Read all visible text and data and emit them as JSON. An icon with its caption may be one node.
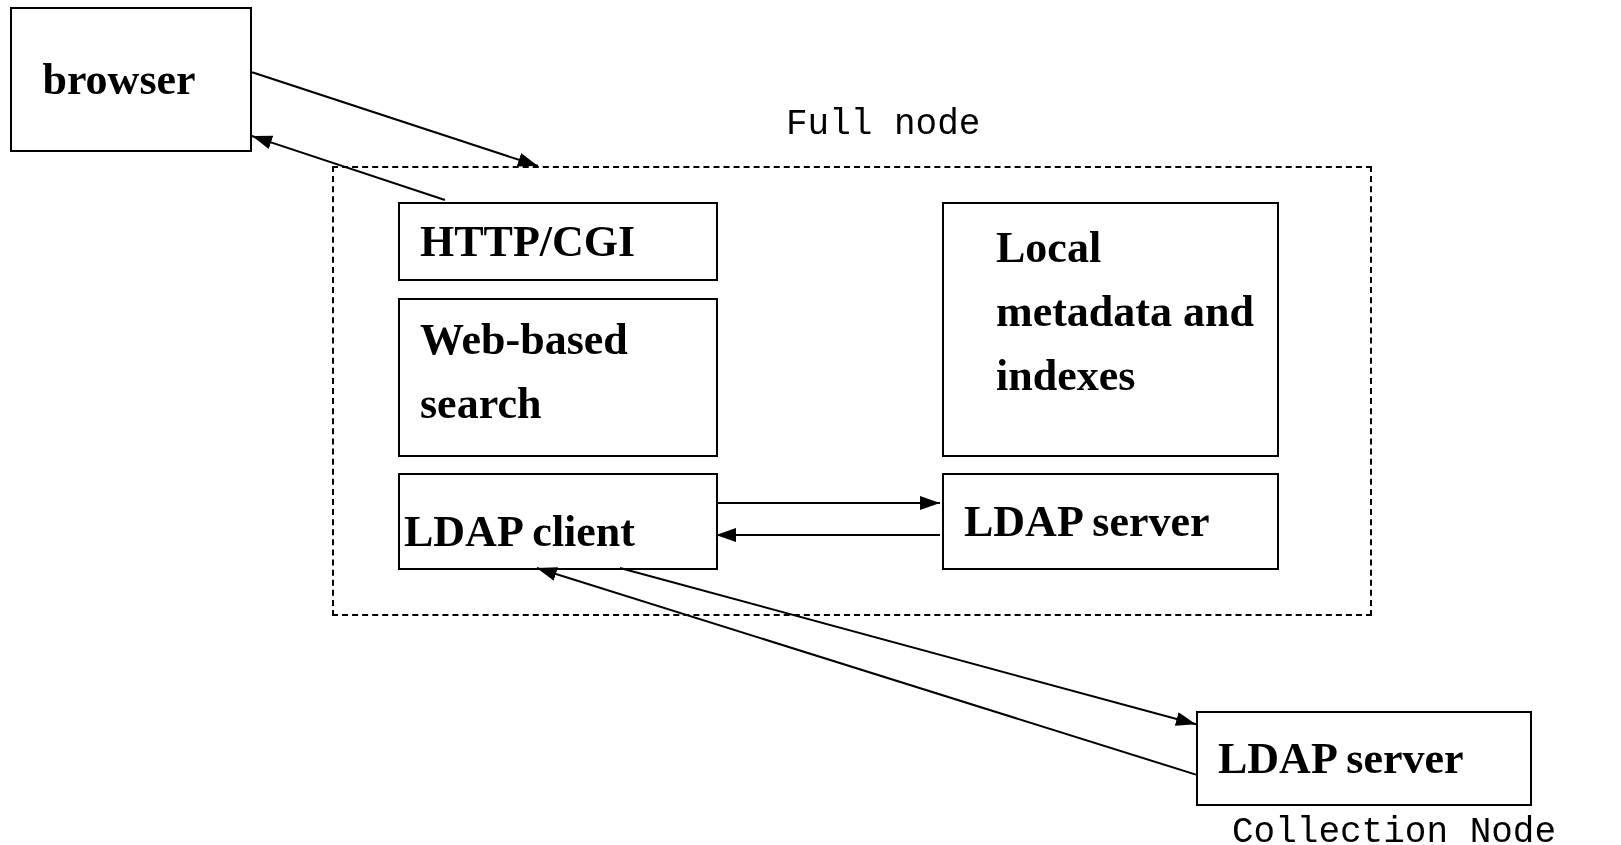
{
  "diagram": {
    "nodes": [
      {
        "text": [
          "browser"
        ]
      },
      {
        "text": [
          "Full node"
        ]
      },
      {
        "text": [
          "HTTP/CGI"
        ],
        "in": 1
      },
      {
        "text": [
          "Web-based search"
        ],
        "in": 1
      },
      {
        "text": [
          "LDAP client"
        ],
        "in": 1
      },
      {
        "text": [
          "Local metadata and indexes"
        ],
        "in": 1
      },
      {
        "text": [
          "LDAP server"
        ],
        "in": 1
      },
      {
        "text": [
          "LDAP server"
        ],
        "beside": [
          "Collection Node"
        ]
      }
    ],
    "edges": [
      {
        "from": 0,
        "to": 1,
        "arrow": "to"
      },
      {
        "from": 2,
        "to": 0,
        "arrow": "to"
      },
      {
        "from": 4,
        "to": 6,
        "arrow": "to"
      },
      {
        "from": 6,
        "to": 4,
        "arrow": "to"
      },
      {
        "from": 4,
        "to": 7,
        "arrow": "to"
      },
      {
        "from": 7,
        "to": 4,
        "arrow": "to"
      }
    ]
  }
}
